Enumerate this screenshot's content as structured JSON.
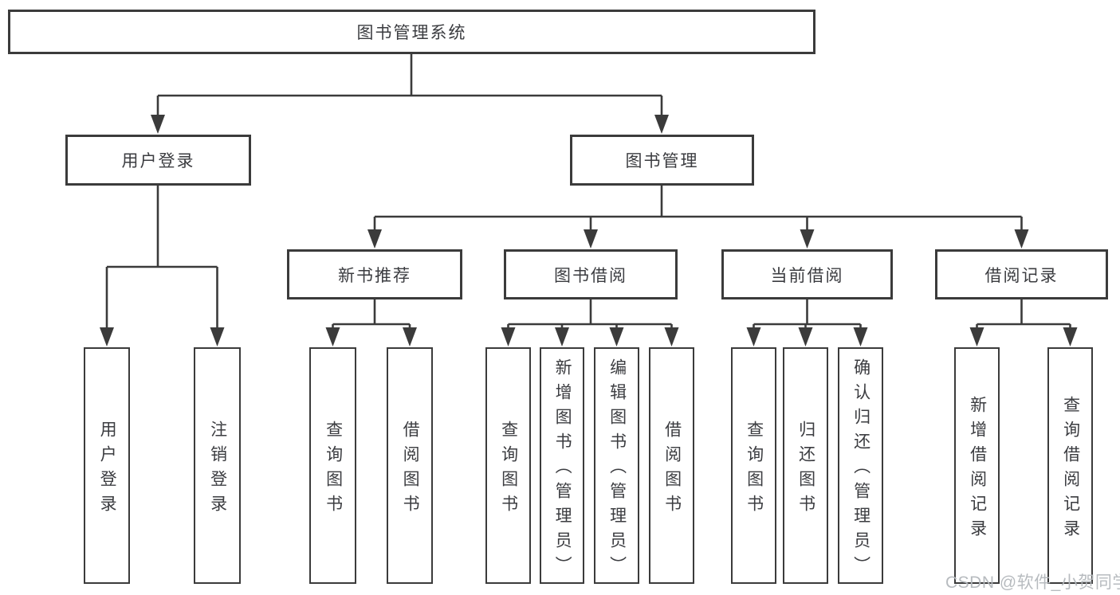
{
  "tree": {
    "label": "图书管理系统",
    "children": [
      {
        "label": "用户登录",
        "children": [
          {
            "label": "用户登录"
          },
          {
            "label": "注销登录"
          }
        ]
      },
      {
        "label": "图书管理",
        "children": [
          {
            "label": "新书推荐",
            "children": [
              {
                "label": "查询图书"
              },
              {
                "label": "借阅图书"
              }
            ]
          },
          {
            "label": "图书借阅",
            "children": [
              {
                "label": "查询图书"
              },
              {
                "label": "新增图书（管理员）"
              },
              {
                "label": "编辑图书（管理员）"
              },
              {
                "label": "借阅图书"
              }
            ]
          },
          {
            "label": "当前借阅",
            "children": [
              {
                "label": "查询图书"
              },
              {
                "label": "归还图书"
              },
              {
                "label": "确认归还（管理员）"
              }
            ]
          },
          {
            "label": "借阅记录",
            "children": [
              {
                "label": "新增借阅记录"
              },
              {
                "label": "查询借阅记录"
              }
            ]
          }
        ]
      }
    ]
  },
  "watermark": {
    "text": "CSDN @软件_小贺同学"
  },
  "colors": {
    "line": "#3b3b3b",
    "box_border": "#3b3b3b",
    "text": "#3b3c40",
    "watermark": "#b4b8bc",
    "background": "#ffffff"
  }
}
